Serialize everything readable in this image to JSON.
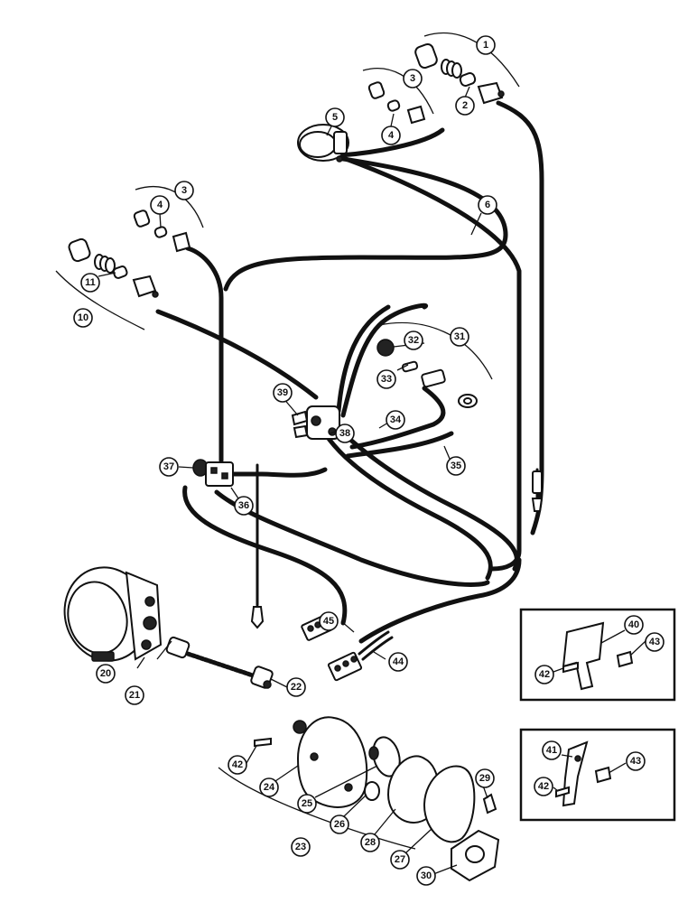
{
  "callouts": {
    "c1": "1",
    "c2": "2",
    "c3a": "3",
    "c4a": "4",
    "c5": "5",
    "c6": "6",
    "c3b": "3",
    "c4b": "4",
    "c11": "11",
    "c10": "10",
    "c31": "31",
    "c32": "32",
    "c33": "33",
    "c34": "34",
    "c35": "35",
    "c36": "36",
    "c37": "37",
    "c38": "38",
    "c39": "39",
    "c20": "20",
    "c21": "21",
    "c22": "22",
    "c23": "23",
    "c24": "24",
    "c25": "25",
    "c26": "26",
    "c27": "27",
    "c28": "28",
    "c29": "29",
    "c30": "30",
    "c40": "40",
    "c41": "41",
    "c42a": "42",
    "c42b": "42",
    "c42c": "42",
    "c43a": "43",
    "c43b": "43",
    "c44": "44",
    "c45": "45"
  }
}
